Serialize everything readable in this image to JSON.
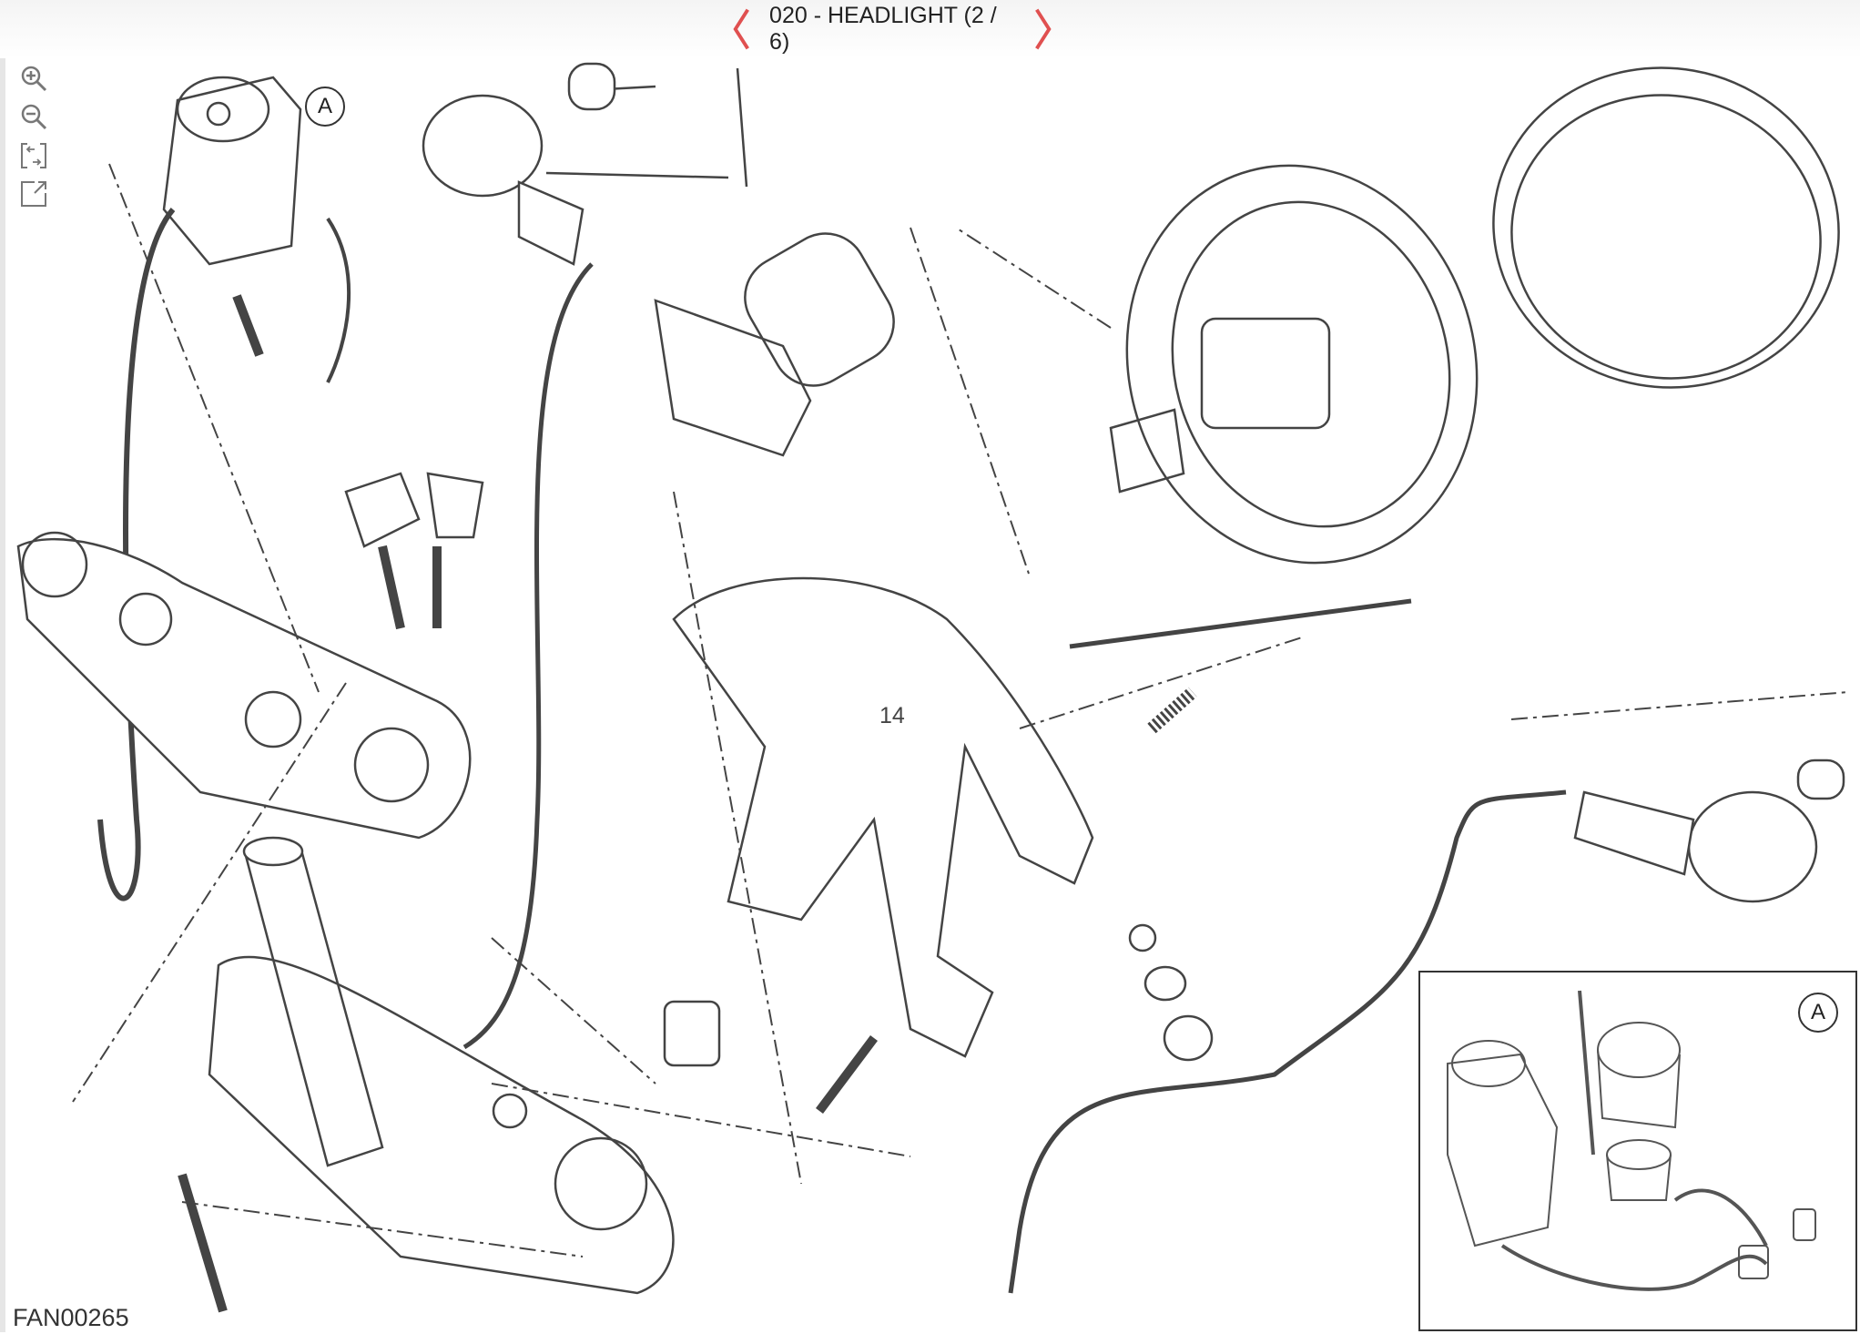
{
  "header": {
    "title": "020 - HEADLIGHT (2 / 6)",
    "prev_icon": "chevron-left-icon",
    "next_icon": "chevron-right-icon",
    "accent": "#e05050"
  },
  "toolbar": {
    "icons": [
      "zoom-in-icon",
      "zoom-out-icon",
      "fit-to-screen-icon",
      "open-external-icon"
    ]
  },
  "diagram": {
    "part_callout": "14",
    "reference_label": "A",
    "inset_label": "A",
    "drawing_code": "FAN00265"
  }
}
